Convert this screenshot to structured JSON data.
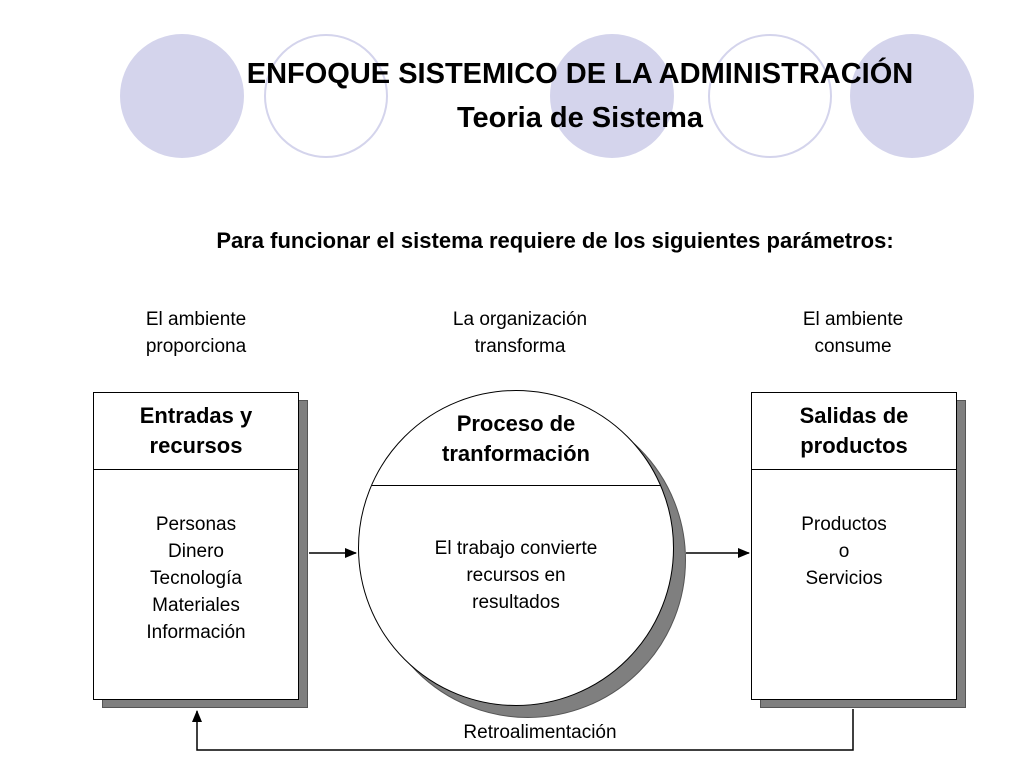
{
  "header": {
    "title_line1": "ENFOQUE SISTEMICO DE LA ADMINISTRACIÓN",
    "title_line2": "Teoria de Sistema"
  },
  "subtitle": "Para funcionar el sistema requiere de los siguientes parámetros:",
  "captions": {
    "left": [
      "El ambiente",
      "proporciona"
    ],
    "center": [
      "La organización",
      "transforma"
    ],
    "right": [
      "El ambiente",
      "consume"
    ]
  },
  "inputs": {
    "heading": [
      "Entradas y",
      "recursos"
    ],
    "items": [
      "Personas",
      "Dinero",
      "Tecnología",
      "Materiales",
      "Información"
    ]
  },
  "process": {
    "heading": [
      "Proceso de",
      "tranformación"
    ],
    "body": [
      "El trabajo convierte",
      "recursos en",
      "resultados"
    ]
  },
  "outputs": {
    "heading": [
      "Salidas de",
      "productos"
    ],
    "items": [
      "Productos",
      "o",
      "Servicios"
    ]
  },
  "feedback": {
    "label": "Retroalimentación"
  },
  "colors": {
    "decor_fill": "#d4d4ec",
    "shadow": "#7f7f7f"
  }
}
